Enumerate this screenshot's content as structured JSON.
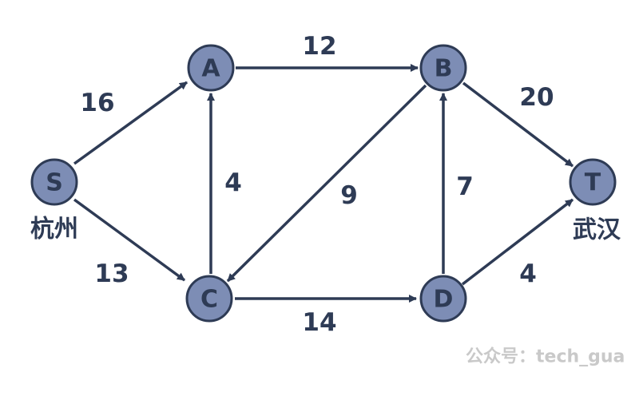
{
  "nodes": {
    "S": {
      "label": "S",
      "city": "杭州"
    },
    "A": {
      "label": "A"
    },
    "B": {
      "label": "B"
    },
    "C": {
      "label": "C"
    },
    "D": {
      "label": "D"
    },
    "T": {
      "label": "T",
      "city": "武汉"
    }
  },
  "edges": [
    {
      "from": "S",
      "to": "A",
      "weight": "16"
    },
    {
      "from": "S",
      "to": "C",
      "weight": "13"
    },
    {
      "from": "A",
      "to": "B",
      "weight": "12"
    },
    {
      "from": "C",
      "to": "A",
      "weight": "4"
    },
    {
      "from": "B",
      "to": "C",
      "weight": "9"
    },
    {
      "from": "C",
      "to": "D",
      "weight": "14"
    },
    {
      "from": "D",
      "to": "B",
      "weight": "7"
    },
    {
      "from": "B",
      "to": "T",
      "weight": "20"
    },
    {
      "from": "D",
      "to": "T",
      "weight": "4"
    }
  ],
  "watermark": "公众号：tech_gua",
  "colors": {
    "node_fill": "#7d8db5",
    "stroke": "#2e3b55",
    "text": "#2e3b55",
    "watermark": "#c9c9c9"
  }
}
